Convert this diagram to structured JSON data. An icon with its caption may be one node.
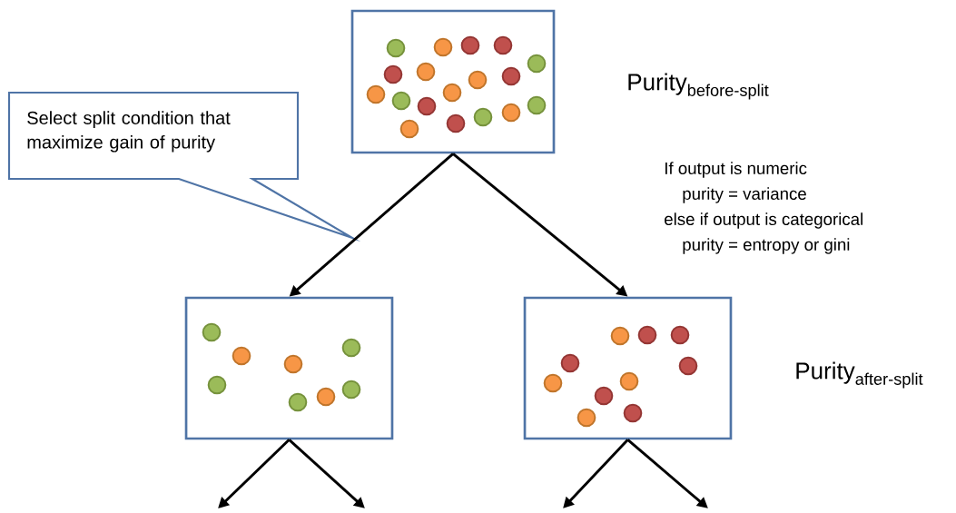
{
  "diagram": {
    "nodes": [
      {
        "text": [],
        "shape": "box"
      },
      {
        "text": [],
        "shape": "box"
      },
      {
        "text": [],
        "shape": "box"
      },
      {
        "text": [
          "Select split condition that maximize gain of purity"
        ]
      }
    ],
    "edges": [
      {
        "from": 0,
        "to": 1,
        "arrow": "to"
      },
      {
        "from": 0,
        "to": 2,
        "arrow": "to"
      },
      {
        "from": 1,
        "to": null,
        "arrow": "to"
      },
      {
        "from": 1,
        "to": null,
        "arrow": "to"
      },
      {
        "from": 2,
        "to": null,
        "arrow": "to"
      },
      {
        "from": 2,
        "to": null,
        "arrow": "to"
      }
    ],
    "labels": [
      "\\text{Purity}_{\\text{before-split}}",
      "If output is numeric",
      "purity = variance",
      "else if output is categorical",
      "purity = entropy or gini",
      "\\text{Purity}_{\\text{after-split}}"
    ]
  }
}
